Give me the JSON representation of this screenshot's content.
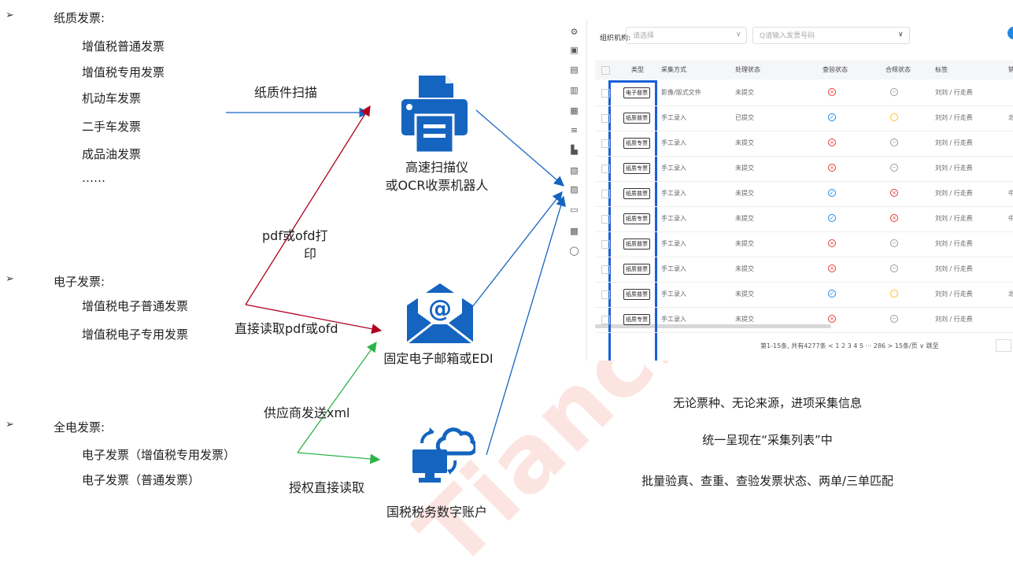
{
  "categories": [
    {
      "title": "纸质发票:",
      "items": [
        "增值税普通发票",
        "增值税专用发票",
        "机动车发票",
        "二手车发票",
        "成品油发票",
        "……"
      ]
    },
    {
      "title": "电子发票:",
      "items": [
        "增值税电子普通发票",
        "增值税电子专用发票"
      ]
    },
    {
      "title": "全电发票:",
      "items": [
        "电子发票（增值税专用发票）",
        "电子发票（普通发票）"
      ]
    }
  ],
  "bullet_symbol": "➢",
  "edge_labels": {
    "paper_scan": "纸质件扫描",
    "pdf_print_1": "pdf或ofd打",
    "pdf_print_2": "印",
    "read_direct": "直接读取pdf或ofd",
    "supplier_xml": "供应商发送xml",
    "authorized_read": "授权直接读取"
  },
  "nodes": {
    "scanner_line1": "高速扫描仪",
    "scanner_line2": "或OCR收票机器人",
    "email": "固定电子邮箱或EDI",
    "tax": "国税税务数字账户"
  },
  "table": {
    "filter_org_label": "组织机构:",
    "filter_org_placeholder": "请选择",
    "search_placeholder": "Q请输入发票号码",
    "columns": [
      "类型",
      "采集方式",
      "处理状态",
      "查验状态",
      "合规状态",
      "标签",
      "销"
    ],
    "rows": [
      {
        "type": "电子普票",
        "method": "影像/版式文件",
        "status": "未提交",
        "check": "x",
        "comply": "-",
        "tag": "刘刘 / 行走费",
        "extra": ""
      },
      {
        "type": "纸质普票",
        "method": "手工录入",
        "status": "已提交",
        "check": "v",
        "comply": "o",
        "tag": "刘刘 / 行走费",
        "extra": "北"
      },
      {
        "type": "纸质专票",
        "method": "手工录入",
        "status": "未提交",
        "check": "x",
        "comply": "-",
        "tag": "刘刘 / 行走费",
        "extra": ""
      },
      {
        "type": "纸质专票",
        "method": "手工录入",
        "status": "未提交",
        "check": "x",
        "comply": "-",
        "tag": "刘刘 / 行走费",
        "extra": ""
      },
      {
        "type": "纸质普票",
        "method": "手工录入",
        "status": "未提交",
        "check": "v",
        "comply": "x",
        "tag": "刘刘 / 行走费",
        "extra": "中"
      },
      {
        "type": "纸质专票",
        "method": "手工录入",
        "status": "未提交",
        "check": "v",
        "comply": "x",
        "tag": "刘刘 / 行走费",
        "extra": "中"
      },
      {
        "type": "纸质普票",
        "method": "手工录入",
        "status": "未提交",
        "check": "x",
        "comply": "-",
        "tag": "刘刘 / 行走费",
        "extra": ""
      },
      {
        "type": "纸质普票",
        "method": "手工录入",
        "status": "未提交",
        "check": "x",
        "comply": "-",
        "tag": "刘刘 / 行走费",
        "extra": ""
      },
      {
        "type": "纸质普票",
        "method": "手工录入",
        "status": "未提交",
        "check": "v",
        "comply": "o",
        "tag": "刘刘 / 行走费",
        "extra": "北"
      },
      {
        "type": "纸质专票",
        "method": "手工录入",
        "status": "未提交",
        "check": "x",
        "comply": "-",
        "tag": "刘刘 / 行走费",
        "extra": ""
      }
    ],
    "pagination": "第1-15条, 共有4277条  <  1  2  3  4  5  ···  286  >  15条/页 ∨  跳至"
  },
  "summary": [
    "无论票种、无论来源，进项采集信息",
    "统一呈现在“采集列表”中",
    "批量验真、查重、查验发票状态、两单/三单匹配"
  ],
  "watermark": "Tiancloud",
  "colors": {
    "blue": "#1565c0",
    "red": "#b00020",
    "green": "#2db34a",
    "highlight": "#1a5fd6"
  }
}
